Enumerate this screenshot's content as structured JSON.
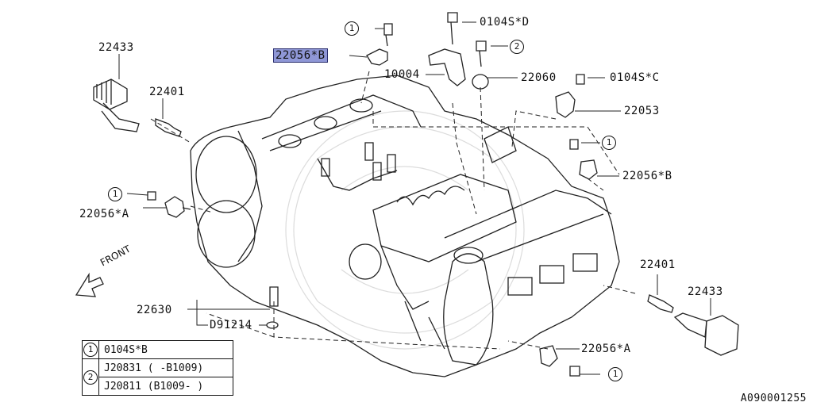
{
  "labels": {
    "p22433_left": "22433",
    "p22401_left": "22401",
    "p22056A_left": "22056*A",
    "p22630": "22630",
    "pD91214": "D91214",
    "p22056B_top": "22056*B",
    "p10004": "10004",
    "p0104SD": "0104S*D",
    "p22060": "22060",
    "p0104SC": "0104S*C",
    "p22053": "22053",
    "p22056B_right": "22056*B",
    "p22401_right": "22401",
    "p22433_right": "22433",
    "p22056A_right": "22056*A"
  },
  "callouts": {
    "one": "1",
    "two": "2"
  },
  "front_label": "FRONT",
  "legend": {
    "rows": [
      {
        "num": "1",
        "value": "0104S*B"
      },
      {
        "num": "2",
        "value": "J20831 ( -B1009)"
      },
      {
        "num": "",
        "value": "J20811 (B1009- )"
      }
    ]
  },
  "diagram_code": "A090001255",
  "colors": {
    "highlight": "#8f97d6",
    "line": "#111111"
  }
}
